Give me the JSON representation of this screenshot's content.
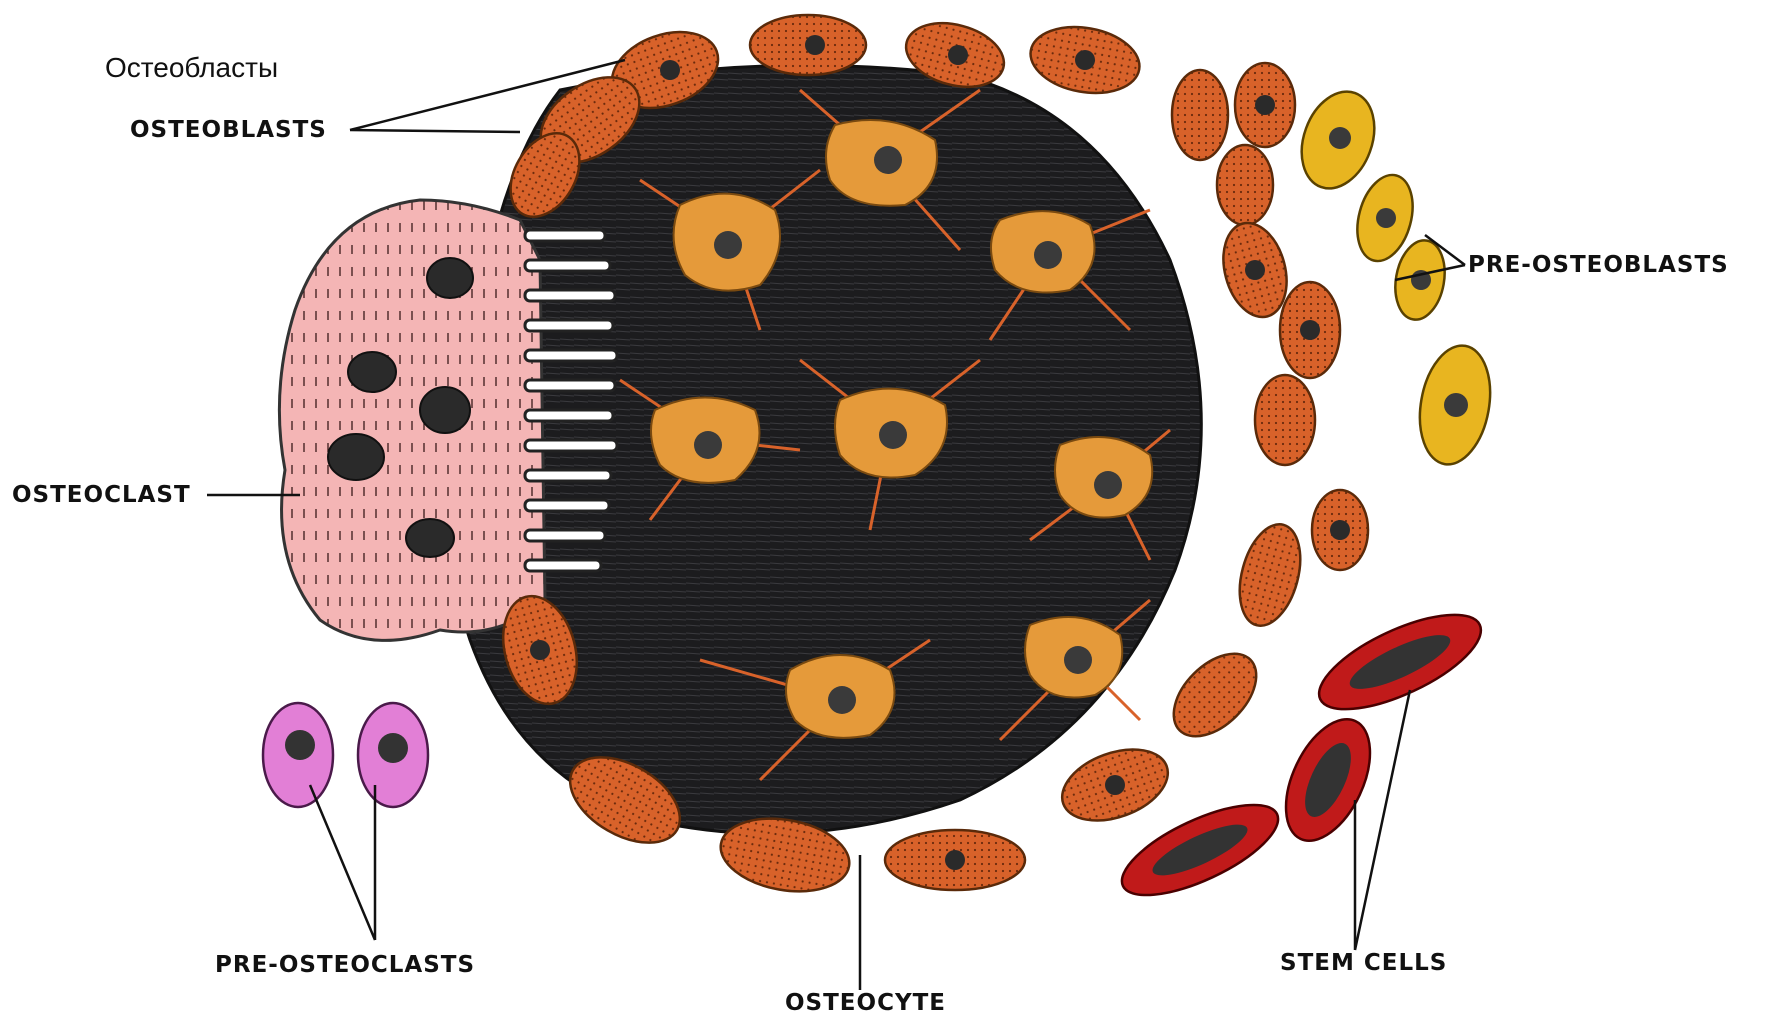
{
  "labels": {
    "russian_caption": "Остеобласты",
    "osteoblasts": "OSTEOBLASTS",
    "pre_osteoblasts": "PRE-OSTEOBLASTS",
    "osteoclast": "OSTEOCLAST",
    "pre_osteoclasts": "PRE-OSTEOCLASTS",
    "osteocyte": "OSTEOCYTE",
    "stem_cells": "STEM CELLS"
  },
  "colors": {
    "bone_matrix": "#1c1c1e",
    "osteoblast": "#d8622a",
    "osteocyte": "#e59a3a",
    "osteoclast": "#f4b5b5",
    "pre_osteoblast": "#e8b520",
    "pre_osteoclast": "#e27fd6",
    "stem_cell": "#c01a1a",
    "nucleus": "#2a2a2a",
    "leader_line": "#111111"
  }
}
